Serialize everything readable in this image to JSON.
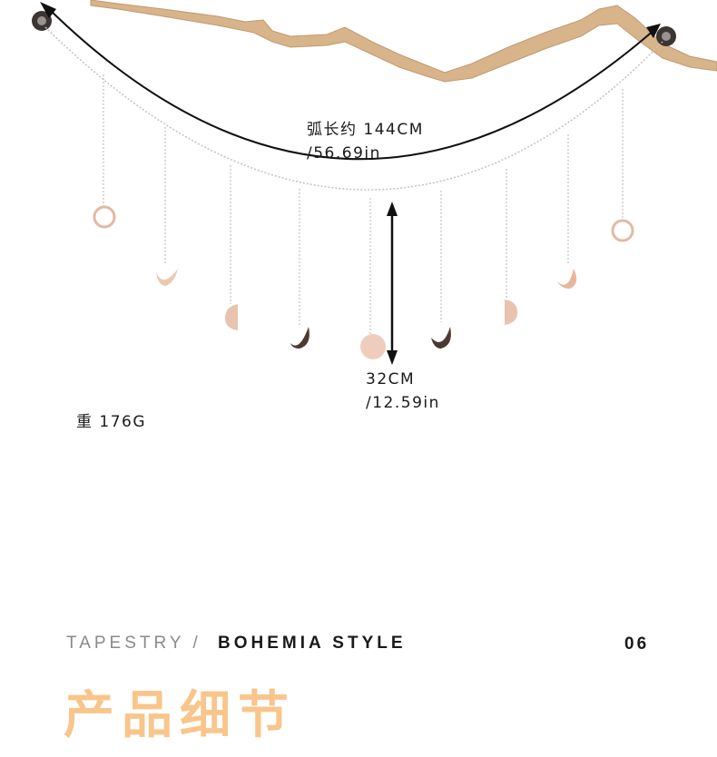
{
  "product_image": {
    "subject": "moon phase wall hanging on driftwood branch",
    "pendants": [
      "full-ring",
      "crescent",
      "half-moon",
      "dark-crescent",
      "full-disc",
      "dark-crescent",
      "half-moon",
      "crescent",
      "full-ring"
    ],
    "colors": {
      "branch": "#d8b48a",
      "metal": "#e7c2ae",
      "dark_metal": "#4a3a33",
      "chain": "#c9c0bd",
      "arrow": "#111111"
    }
  },
  "dimensions": {
    "arc_length_line1": "弧长约 144CM",
    "arc_length_line2": "/56.69in",
    "drop_length_line1": "32CM",
    "drop_length_line2": "/12.59in",
    "weight": "重 176G"
  },
  "footer": {
    "category": "TAPESTRY /",
    "style": "BOHEMIA STYLE",
    "page_number": "06",
    "section_title": "产品细节",
    "accent_color": "#f9c58a"
  }
}
